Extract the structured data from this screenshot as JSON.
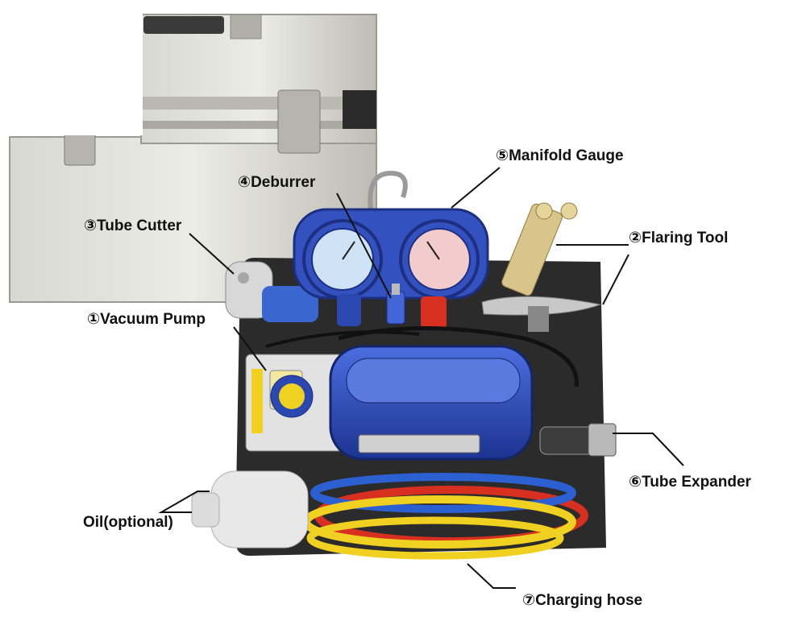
{
  "labels": {
    "vacuum_pump": "①Vacuum Pump",
    "flaring_tool": "②Flaring Tool",
    "tube_cutter": "③Tube Cutter",
    "deburrer": "④Deburrer",
    "manifold_gauge": "⑤Manifold Gauge",
    "tube_expander": "⑥Tube Expander",
    "charging_hose": "⑦Charging hose",
    "oil": "Oil(optional)"
  },
  "colors": {
    "case": "#cfcfc9",
    "mat": "#2b2b2b",
    "pump_blue": "#2a48b0",
    "hose_blue": "#2c5fd0",
    "hose_yellow": "#f0d020",
    "hose_red": "#d83020",
    "gauge_red": "#e04040"
  }
}
